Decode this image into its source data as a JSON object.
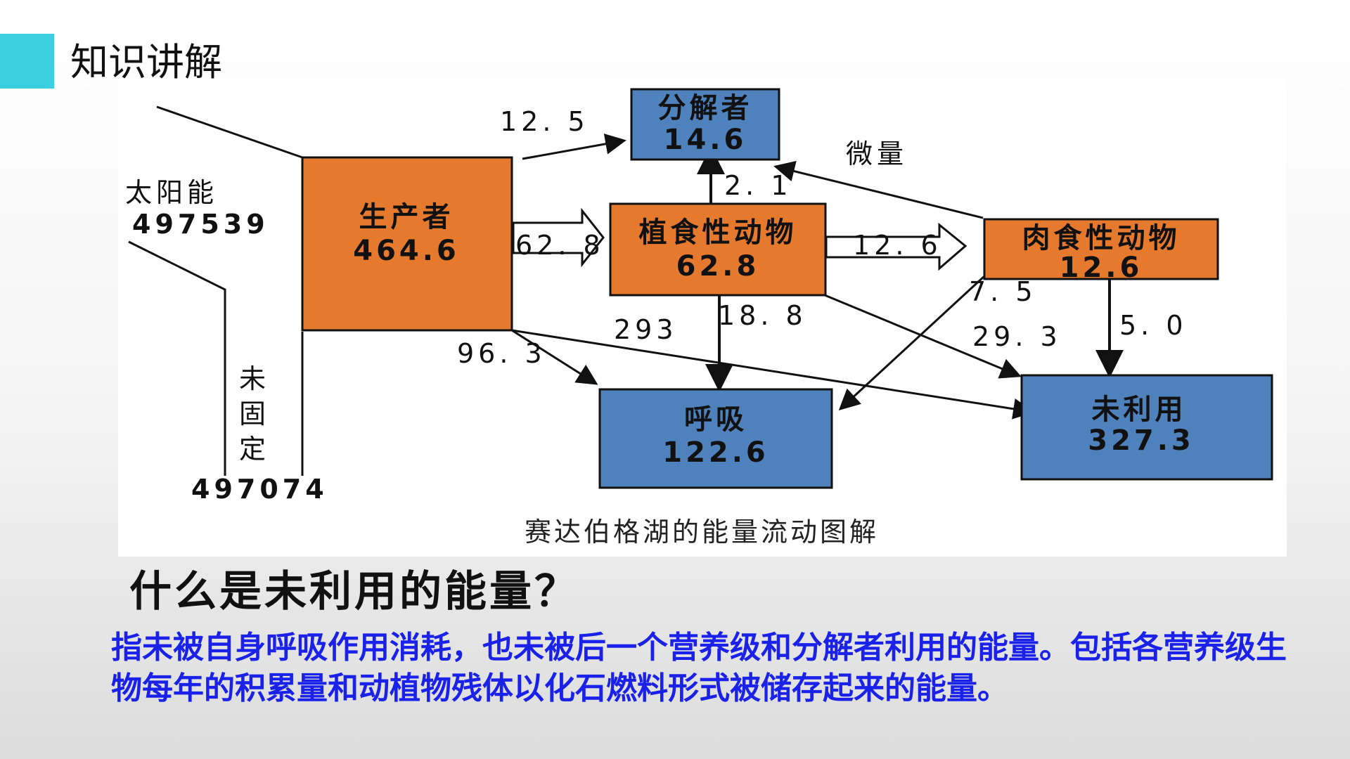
{
  "slide": {
    "title": "知识讲解",
    "accent_color": "#3ccfe0"
  },
  "diagram": {
    "nodes": {
      "decomposer": {
        "label": "分解者",
        "value": "14.6",
        "color": "#4f81bd"
      },
      "producer": {
        "label": "生产者",
        "value": "464.6",
        "color": "#e57a2e"
      },
      "herbivore": {
        "label": "植食性动物",
        "value": "62.8",
        "color": "#e57a2e"
      },
      "carnivore": {
        "label": "肉食性动物",
        "value": "12.6",
        "color": "#e57a2e"
      },
      "respiration": {
        "label": "呼吸",
        "value": "122.6",
        "color": "#4f81bd"
      },
      "unused": {
        "label": "未利用",
        "value": "327.3",
        "color": "#4f81bd"
      }
    },
    "sun_label": "太阳能",
    "sun_value": "497539",
    "unfixed_label": [
      "未",
      "固",
      "定"
    ],
    "unfixed_value": "497074",
    "flows": {
      "producer_to_decomposer": "12. 5",
      "herbivore_to_decomposer": "2. 1",
      "carnivore_to_decomposer": "微量",
      "producer_to_herbivore": "62. 8",
      "herbivore_to_carnivore": "12. 6",
      "carnivore_to_respiration": "7. 5",
      "herbivore_to_respiration": "18. 8",
      "producer_to_unused": "293",
      "producer_to_respiration": "96. 3",
      "herbivore_to_unused": "29. 3",
      "carnivore_to_unused": "5. 0"
    },
    "caption": "赛达伯格湖的能量流动图解"
  },
  "question": "什么是未利用的能量？",
  "answer": "指未被自身呼吸作用消耗，也未被后一个营养级和分解者利用的能量。包括各营养级生物每年的积累量和动植物残体以化石燃料形式被储存起来的能量。"
}
